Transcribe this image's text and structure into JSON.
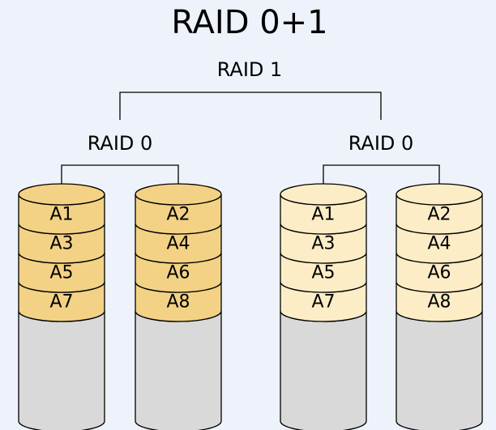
{
  "title": "RAID 0+1",
  "mirror_label": "RAID 1",
  "stripe_sets": [
    {
      "label": "RAID 0",
      "color": "#f3d285",
      "disks": [
        {
          "blocks": [
            "A1",
            "A3",
            "A5",
            "A7"
          ]
        },
        {
          "blocks": [
            "A2",
            "A4",
            "A6",
            "A8"
          ]
        }
      ]
    },
    {
      "label": "RAID 0",
      "color": "#fcedc6",
      "disks": [
        {
          "blocks": [
            "A1",
            "A3",
            "A5",
            "A7"
          ]
        },
        {
          "blocks": [
            "A2",
            "A4",
            "A6",
            "A8"
          ]
        }
      ]
    }
  ],
  "empty_color": "#d9d9d9"
}
